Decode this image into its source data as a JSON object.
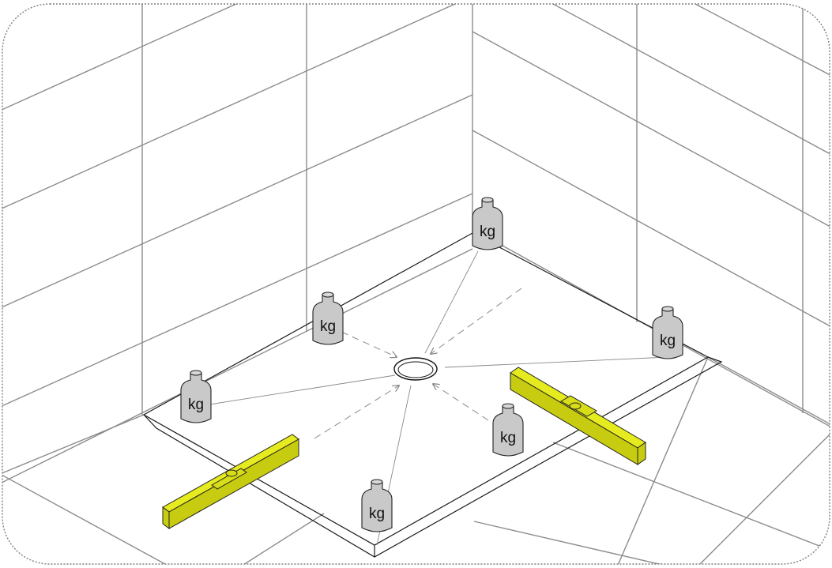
{
  "figure": {
    "weight_label": "kg",
    "colors": {
      "frame": "#7d7d7d",
      "grid": "#8c8c8c",
      "weight_fill": "#c9c9c9",
      "level_top": "#e6eb1f",
      "level_side": "#c7cc10",
      "outline": "#1a1a1a"
    },
    "icons": [
      "test-weight-icon",
      "spirit-level-icon",
      "floor-drain-icon"
    ],
    "weights_count": 6,
    "spirit_levels_count": 2
  }
}
